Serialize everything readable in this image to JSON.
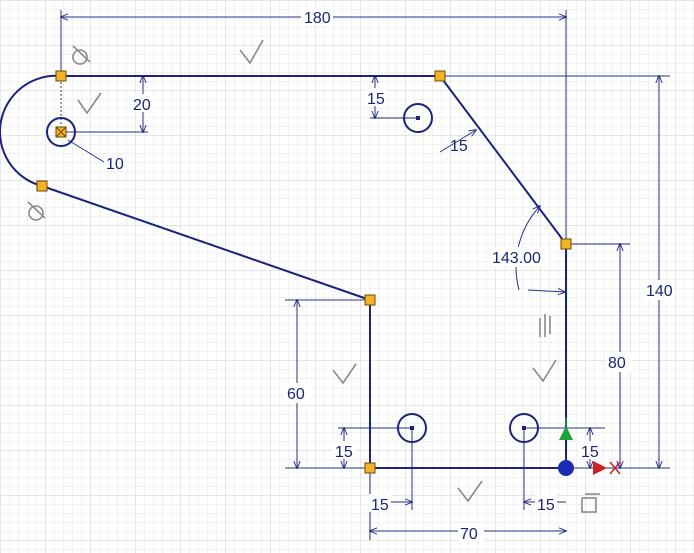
{
  "dimensions": {
    "width_180": "180",
    "height_140": "140",
    "offset_20": "20",
    "hole_dia_10": "10",
    "hole_offset_top_15": "15",
    "chamfer_15": "15",
    "angle": "143.00",
    "height_80": "80",
    "height_60": "60",
    "hole_v_left": "15",
    "hole_v_right": "15",
    "hole_h_left": "15",
    "hole_h_right": "15",
    "width_70": "70"
  },
  "colors": {
    "grid_minor": "#e6e6e6",
    "grid_major": "#cfcfcf",
    "geometry": "#1a237e",
    "dimension": "#2a2f8a",
    "control_point": "#f5b324",
    "constraint_icon": "#8a8a8a",
    "axis_y": "#1fa33a",
    "axis_x": "#cc2222",
    "origin": "#1d2bb0"
  }
}
